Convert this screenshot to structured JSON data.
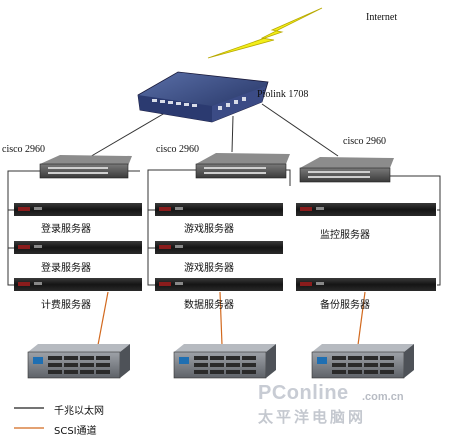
{
  "internet_label": "Internet",
  "core_switch": {
    "label": "Piolink 1708"
  },
  "access_switches": [
    {
      "label": "cisco 2960"
    },
    {
      "label": "cisco   2960"
    },
    {
      "label": "cisco 2960"
    }
  ],
  "servers": {
    "login_1": "登录服务器",
    "login_2": "登录服务器",
    "billing": "计费服务器",
    "game_1": "游戏服务器",
    "game_2": "游戏服务器",
    "database": "数据服务器",
    "monitor": "监控服务器",
    "backup": "备份服务器"
  },
  "legend": {
    "gigabit": {
      "label": "千兆以太网",
      "color": "#222222"
    },
    "scsi": {
      "label": "SCSI通道",
      "color": "#d2691e"
    }
  },
  "watermark": {
    "brand": "PConline",
    "domain": ".com.cn",
    "chinese": "太平洋电脑网"
  },
  "colors": {
    "lightning": "#f2ee1a",
    "server_body": "#1c1c1c",
    "switch_body": "#4a4a4a"
  }
}
